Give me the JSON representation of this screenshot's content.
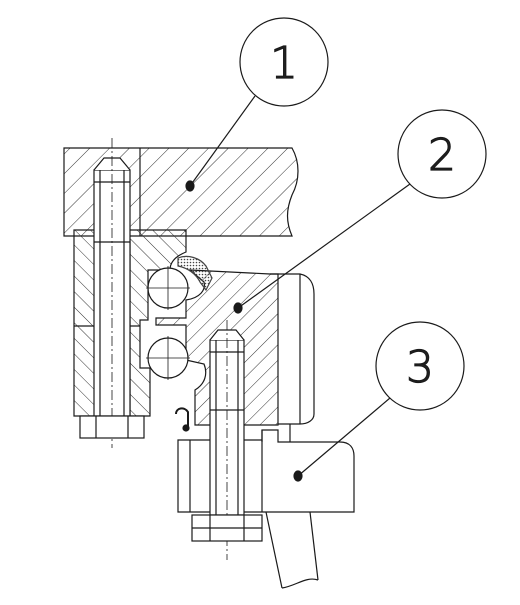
{
  "drawing": {
    "line_color": "#1a1a1a",
    "hatch_color": "#333333",
    "seal_color": "#555555",
    "callouts": [
      {
        "label": "1"
      },
      {
        "label": "2"
      },
      {
        "label": "3"
      }
    ]
  }
}
